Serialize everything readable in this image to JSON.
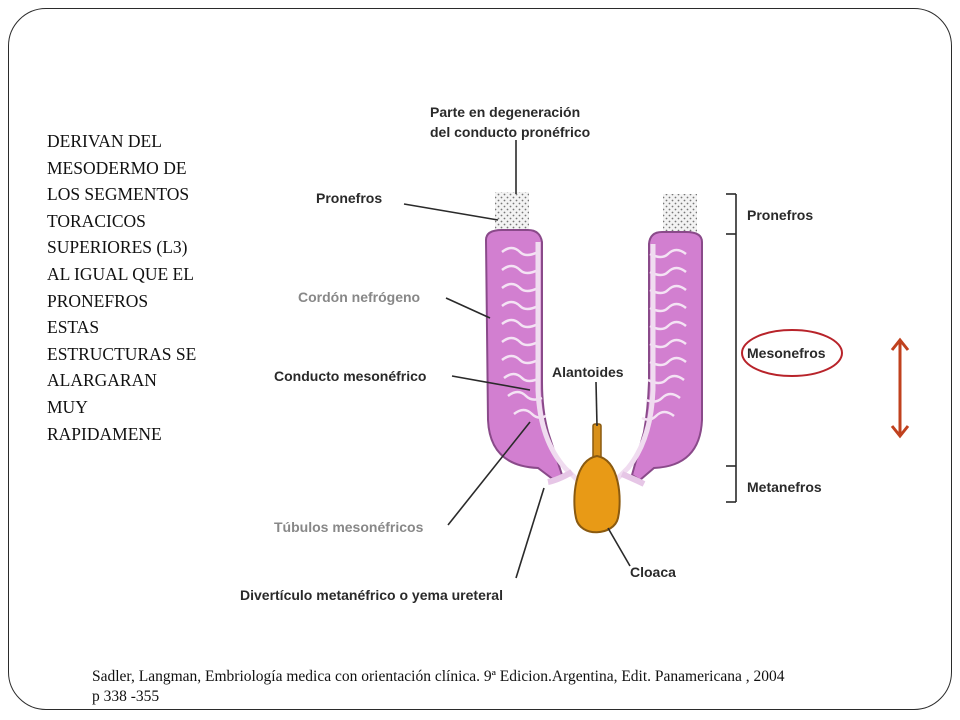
{
  "side_text": {
    "lines": [
      "DERIVAN DEL",
      "MESODERMO DE",
      "LOS SEGMENTOS",
      "TORACICOS",
      "SUPERIORES  (L3)",
      "AL IGUAL QUE EL",
      "PRONEFROS",
      "ESTAS",
      "ESTRUCTURAS SE",
      "ALARGARAN",
      "MUY",
      "RAPIDAMENE"
    ]
  },
  "diagram": {
    "labels": {
      "degenerating_line1": "Parte en degeneración",
      "degenerating_line2": "del conducto pronéfrico",
      "pronefros_left": "Pronefros",
      "cordon": "Cordón nefrógeno",
      "conducto": "Conducto mesonéfrico",
      "alantoides": "Alantoides",
      "tubulos": "Túbulos mesonéfricos",
      "diverticulo": "Divertículo metanéfrico o yema ureteral",
      "cloaca": "Cloaca",
      "pronefros_right": "Pronefros",
      "mesonefros_right": "Mesonefros",
      "metanefros_right": "Metanefros"
    },
    "colors": {
      "tissue": "#d27fd0",
      "tissue_dark": "#8a4a8a",
      "cloaca": "#e89a16",
      "highlight_circle": "#b8232a",
      "arrow": "#c0411e"
    }
  },
  "citation": {
    "line1": "Sadler, Langman, Embriología medica con orientación clínica. 9ª  Edicion.Argentina, Edit. Panamericana , 2004",
    "line2": "p 338 -355"
  }
}
